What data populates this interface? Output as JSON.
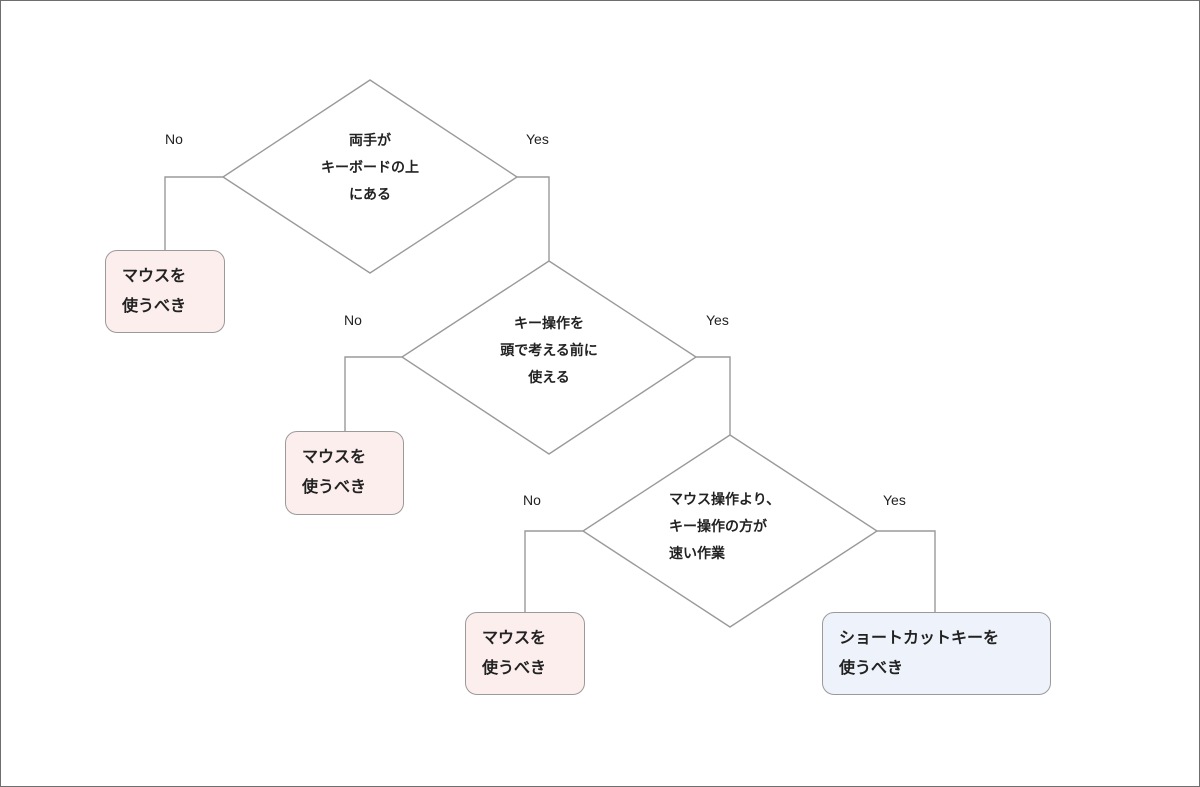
{
  "decisions": [
    {
      "lines": [
        "両手が",
        "キーボードの上",
        "にある"
      ]
    },
    {
      "lines": [
        "キー操作を",
        "頭で考える前に",
        "使える"
      ]
    },
    {
      "lines": [
        "マウス操作より、",
        "キー操作の方が",
        "速い作業"
      ]
    }
  ],
  "branch_labels": {
    "no": "No",
    "yes": "Yes"
  },
  "outcomes": {
    "mouse": [
      "マウスを",
      "使うべき"
    ],
    "shortcut": [
      "ショートカットキーを",
      "使うべき"
    ]
  },
  "colors": {
    "mouse_fill": "#fdeeee",
    "shortcut_fill": "#eef3fb",
    "line": "#9a9a9a"
  }
}
